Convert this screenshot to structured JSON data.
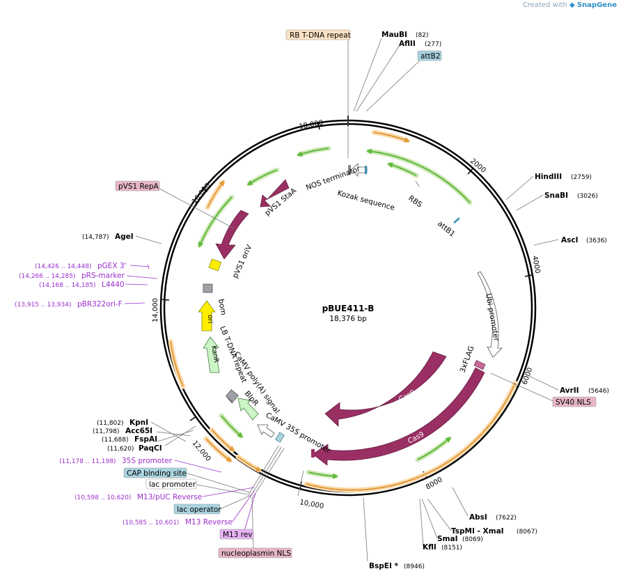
{
  "brand": {
    "prefix": "Created with",
    "name": "SnapGene",
    "icon": "snapgene-icon"
  },
  "plasmid": {
    "name": "pBUE411-B",
    "length_label": "18,376 bp",
    "length_bp": 18376
  },
  "ticks": [
    {
      "bp": 2000,
      "label": "2000"
    },
    {
      "bp": 4000,
      "label": "4000"
    },
    {
      "bp": 6000,
      "label": "6000"
    },
    {
      "bp": 8000,
      "label": "8000"
    },
    {
      "bp": 10000,
      "label": "10,000"
    },
    {
      "bp": 12000,
      "label": "12,000"
    },
    {
      "bp": 14000,
      "label": "14,000"
    },
    {
      "bp": 16000,
      "label": "16,000"
    },
    {
      "bp": 18000,
      "label": "18,000"
    }
  ],
  "restriction_sites": [
    {
      "name": "MauBI",
      "pos": "(82)",
      "bp": 82
    },
    {
      "name": "AflII",
      "pos": "(277)",
      "bp": 277
    },
    {
      "name": "HindIII",
      "pos": "(2759)",
      "bp": 2759
    },
    {
      "name": "SnaBI",
      "pos": "(3026)",
      "bp": 3026
    },
    {
      "name": "AscI",
      "pos": "(3636)",
      "bp": 3636
    },
    {
      "name": "AvrII",
      "pos": "(5646)",
      "bp": 5646
    },
    {
      "name": "AbsI",
      "pos": "(7622)",
      "bp": 7622
    },
    {
      "name": "TspMI - XmaI",
      "pos": "(8067)",
      "bp": 8067
    },
    {
      "name": "SmaI",
      "pos": "(8069)",
      "bp": 8069
    },
    {
      "name": "KflI",
      "pos": "(8151)",
      "bp": 8151
    },
    {
      "name": "BspEI *",
      "pos": "(8946)",
      "bp": 8946
    },
    {
      "name": "PaqCI",
      "pos": "(11,620)",
      "bp": 11620
    },
    {
      "name": "FspAI",
      "pos": "(11,688)",
      "bp": 11688
    },
    {
      "name": "Acc65I",
      "pos": "(11,798)",
      "bp": 11798
    },
    {
      "name": "KpnI",
      "pos": "(11,802)",
      "bp": 11802
    },
    {
      "name": "AgeI",
      "pos": "(14,787)",
      "bp": 14787
    }
  ],
  "primers": [
    {
      "name": "pGEX 3'",
      "pos": "(14,426 .. 14,448)",
      "bp": 14437
    },
    {
      "name": "pRS-marker",
      "pos": "(14,266 .. 14,285)",
      "bp": 14275
    },
    {
      "name": "L4440",
      "pos": "(14,168 .. 14,185)",
      "bp": 14176
    },
    {
      "name": "pBR322ori-F",
      "pos": "(13,915 .. 13,934)",
      "bp": 13924
    },
    {
      "name": "35S promoter",
      "pos": "(11,178 .. 11,198)",
      "bp": 11188
    },
    {
      "name": "M13/pUC Reverse",
      "pos": "(10,598 .. 10,620)",
      "bp": 10609
    },
    {
      "name": "M13 Reverse",
      "pos": "(10,585 .. 10,601)",
      "bp": 10593
    }
  ],
  "boxed_labels": [
    {
      "text": "RB T-DNA repeat",
      "color": "#fde3c4"
    },
    {
      "text": "attB2",
      "color": "#a9d2de"
    },
    {
      "text": "pVS1 RepA",
      "color": "#e6b6c8"
    },
    {
      "text": "SV40 NLS",
      "color": "#e6b6c8"
    },
    {
      "text": "CAP binding site",
      "color": "#a9d2de"
    },
    {
      "text": "lac promoter",
      "color": "#ffffff"
    },
    {
      "text": "lac operator",
      "color": "#a9d2de"
    },
    {
      "text": "M13 rev",
      "color": "#e5b3f2"
    },
    {
      "text": "nucleoplasmin NLS",
      "color": "#e6b6c8"
    }
  ],
  "inner_labels": [
    {
      "text": "NOS terminator"
    },
    {
      "text": "Kozak sequence"
    },
    {
      "text": "RBS"
    },
    {
      "text": "attB1"
    },
    {
      "text": "pVS1 StaA"
    },
    {
      "text": "pVS1 oriV"
    },
    {
      "text": "bom"
    },
    {
      "text": "Ubi promoter"
    },
    {
      "text": "3xFLAG"
    },
    {
      "text": "LB T-DNA repeat"
    },
    {
      "text": "CaMV poly(A) signal"
    },
    {
      "text": "BlpR"
    },
    {
      "text": "CaMV 35S promoter"
    }
  ],
  "arrow_labels": [
    {
      "text": "ori"
    },
    {
      "text": "KanR"
    },
    {
      "text": "Cas9"
    },
    {
      "text": "Cas9"
    }
  ],
  "colors": {
    "backbone": "#000000",
    "cds": "#9a2f63",
    "orf": "#5fb83a",
    "orf_glow": "#cfe9b8",
    "primer_bind": "#e09a3c",
    "primer_glow": "#fbdcae",
    "ori": "#ffee00",
    "resistance": "#cbf5c6",
    "promoter": "#ffffff",
    "misc": "#8c8c8c",
    "primer_text": "#9b2ecb"
  }
}
